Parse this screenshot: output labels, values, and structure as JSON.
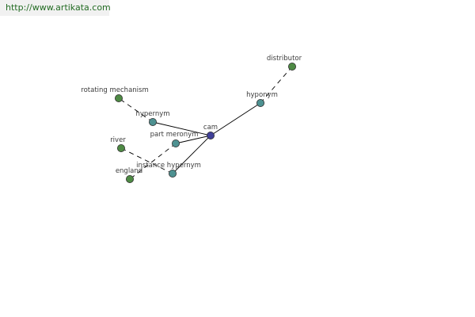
{
  "header": {
    "url": "http://www.artikata.com"
  },
  "colors": {
    "word_node": "#4e8a44",
    "relation_node": "#4e9191",
    "center_node": "#404098",
    "node_stroke": "#2f2f2f",
    "edge": "#000000"
  },
  "graph": {
    "center": {
      "label": "cam"
    },
    "relations": [
      {
        "id": "hypernym",
        "label": "hypernym"
      },
      {
        "id": "part_meronym",
        "label": "part meronym"
      },
      {
        "id": "instance_hypernym",
        "label": "instance hypernym"
      },
      {
        "id": "hyponym",
        "label": "hyponym"
      }
    ],
    "words": [
      {
        "id": "rotating_mechanism",
        "label": "rotating mechanism",
        "relation": "hypernym"
      },
      {
        "id": "river",
        "label": "river",
        "relation": "instance_hypernym"
      },
      {
        "id": "england",
        "label": "england",
        "relation": "part_meronym"
      },
      {
        "id": "distributor",
        "label": "distributor",
        "relation": "hyponym"
      }
    ]
  }
}
